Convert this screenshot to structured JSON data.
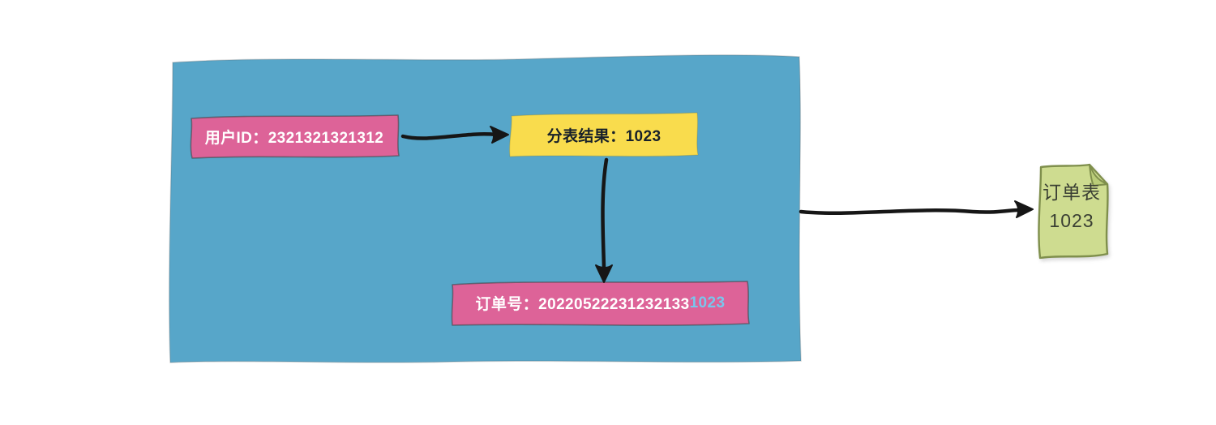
{
  "diagram": {
    "nodes": {
      "user_id": {
        "label": "用户ID：2321321321312"
      },
      "shard_result": {
        "label": "分表结果：1023"
      },
      "order_no": {
        "prefix": "订单号：20220522231232133",
        "highlight": "1023"
      },
      "order_table": {
        "line1": "订单表",
        "line2": "1023"
      }
    },
    "colors": {
      "container_blue": "#57A6C9",
      "node_pink": "#DD6398",
      "node_pink_border": "#4a4a4a",
      "node_yellow": "#F9DC4D",
      "note_green_fill": "#CEDC90",
      "note_green_border": "#7F8F4C",
      "note_fold_fill": "#BACC79",
      "highlight_blue": "#79C6EC",
      "ink": "#161616"
    }
  }
}
